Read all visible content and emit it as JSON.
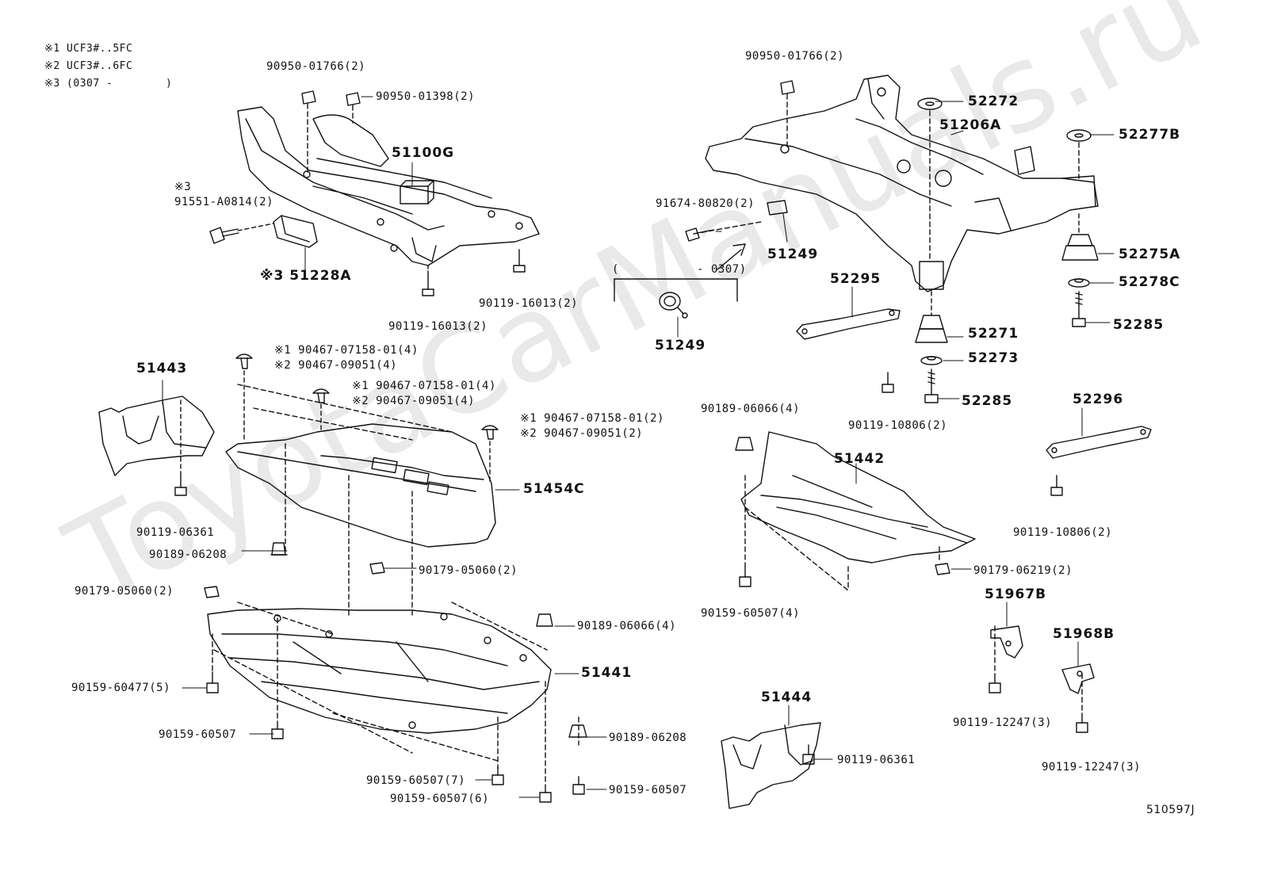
{
  "watermark": "ToyotaCarManuals.ru",
  "notes": [
    "※1 UCF3#..5FC",
    "※2 UCF3#..6FC",
    "※3 (0307 -        )"
  ],
  "diagram_id": "510597J",
  "range_label": "(           - 0307)",
  "labels": {
    "p_90950_01766_l": "90950-01766(2)",
    "p_90950_01398": "90950-01398(2)",
    "p_51100G": "51100G",
    "p_note3_a": "※3",
    "p_91551": "91551-A0814(2)",
    "p_51228A": "※3 51228A",
    "p_90119_16013_a": "90119-16013(2)",
    "p_90119_16013_b": "90119-16013(2)",
    "p_90950_01766_r": "90950-01766(2)",
    "p_52272": "52272",
    "p_51206A": "51206A",
    "p_52277B": "52277B",
    "p_91674": "91674-80820(2)",
    "p_51249_a": "51249",
    "p_52275A": "52275A",
    "p_52278C": "52278C",
    "p_52285_a": "52285",
    "p_52295": "52295",
    "p_51249_b": "51249",
    "p_52271": "52271",
    "p_52273": "52273",
    "p_52285_b": "52285",
    "p_90119_10806_a": "90119-10806(2)",
    "p_52296": "52296",
    "p_90119_10806_b": "90119-10806(2)",
    "p_51443": "51443",
    "p_clip1_a": "※1 90467-07158-01(4)",
    "p_clip2_a": "※2 90467-09051(4)",
    "p_clip1_b": "※1 90467-07158-01(4)",
    "p_clip2_b": "※2 90467-09051(4)",
    "p_clip1_c": "※1 90467-07158-01(2)",
    "p_clip2_c": "※2 90467-09051(2)",
    "p_51454C": "51454C",
    "p_90119_06361_a": "90119-06361",
    "p_90189_06208_a": "90189-06208",
    "p_90179_05060_a": "90179-05060(2)",
    "p_90179_05060_b": "90179-05060(2)",
    "p_90189_06066_a": "90189-06066(4)",
    "p_51441": "51441",
    "p_90159_60477": "90159-60477(5)",
    "p_90159_60507_a": "90159-60507",
    "p_90189_06208_b": "90189-06208",
    "p_90159_60507_7": "90159-60507(7)",
    "p_90159_60507_6": "90159-60507(6)",
    "p_90159_60507_b": "90159-60507",
    "p_90189_06066_b": "90189-06066(4)",
    "p_51442": "51442",
    "p_90179_06219": "90179-06219(2)",
    "p_90159_60507_4": "90159-60507(4)",
    "p_51967B": "51967B",
    "p_51968B": "51968B",
    "p_90119_12247_a": "90119-12247(3)",
    "p_90119_12247_b": "90119-12247(3)",
    "p_51444": "51444",
    "p_90119_06361_b": "90119-06361"
  }
}
